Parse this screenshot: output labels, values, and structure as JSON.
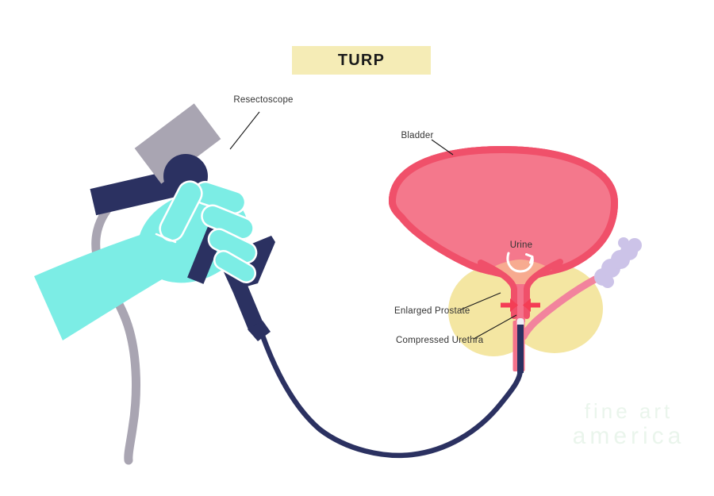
{
  "title": {
    "label": "TURP"
  },
  "labels": {
    "resectoscope": "Resectoscope",
    "bladder": "Bladder",
    "urine": "Urine",
    "enlarged_prostate": "Enlarged Prostate",
    "compressed_urethra": "Compressed Urethra"
  },
  "watermark": {
    "line1": "fine art",
    "line2": "america"
  },
  "colors": {
    "title_box": "#F5ECB6",
    "title_text": "#1A1A1A",
    "label_text": "#333333",
    "leader_line": "#1A1A1A",
    "glove": "#7CEDE5",
    "instrument_navy": "#2B3161",
    "instrument_gray": "#A9A5B2",
    "bladder_border": "#F0506A",
    "bladder_fill": "#F4788C",
    "bladder_inner_rim": "#F78DA0",
    "urine_fill": "#F7AB90",
    "prostate_fill": "#F4E6A2",
    "urethra_pink": "#F4728B",
    "vas_tube": "#F2839D",
    "compression_arrow": "#F43D55",
    "cloud_purple": "#CCC3E8",
    "scope_tip_white": "#EFEFF6",
    "flow_arrow": "#FFFFFF"
  }
}
